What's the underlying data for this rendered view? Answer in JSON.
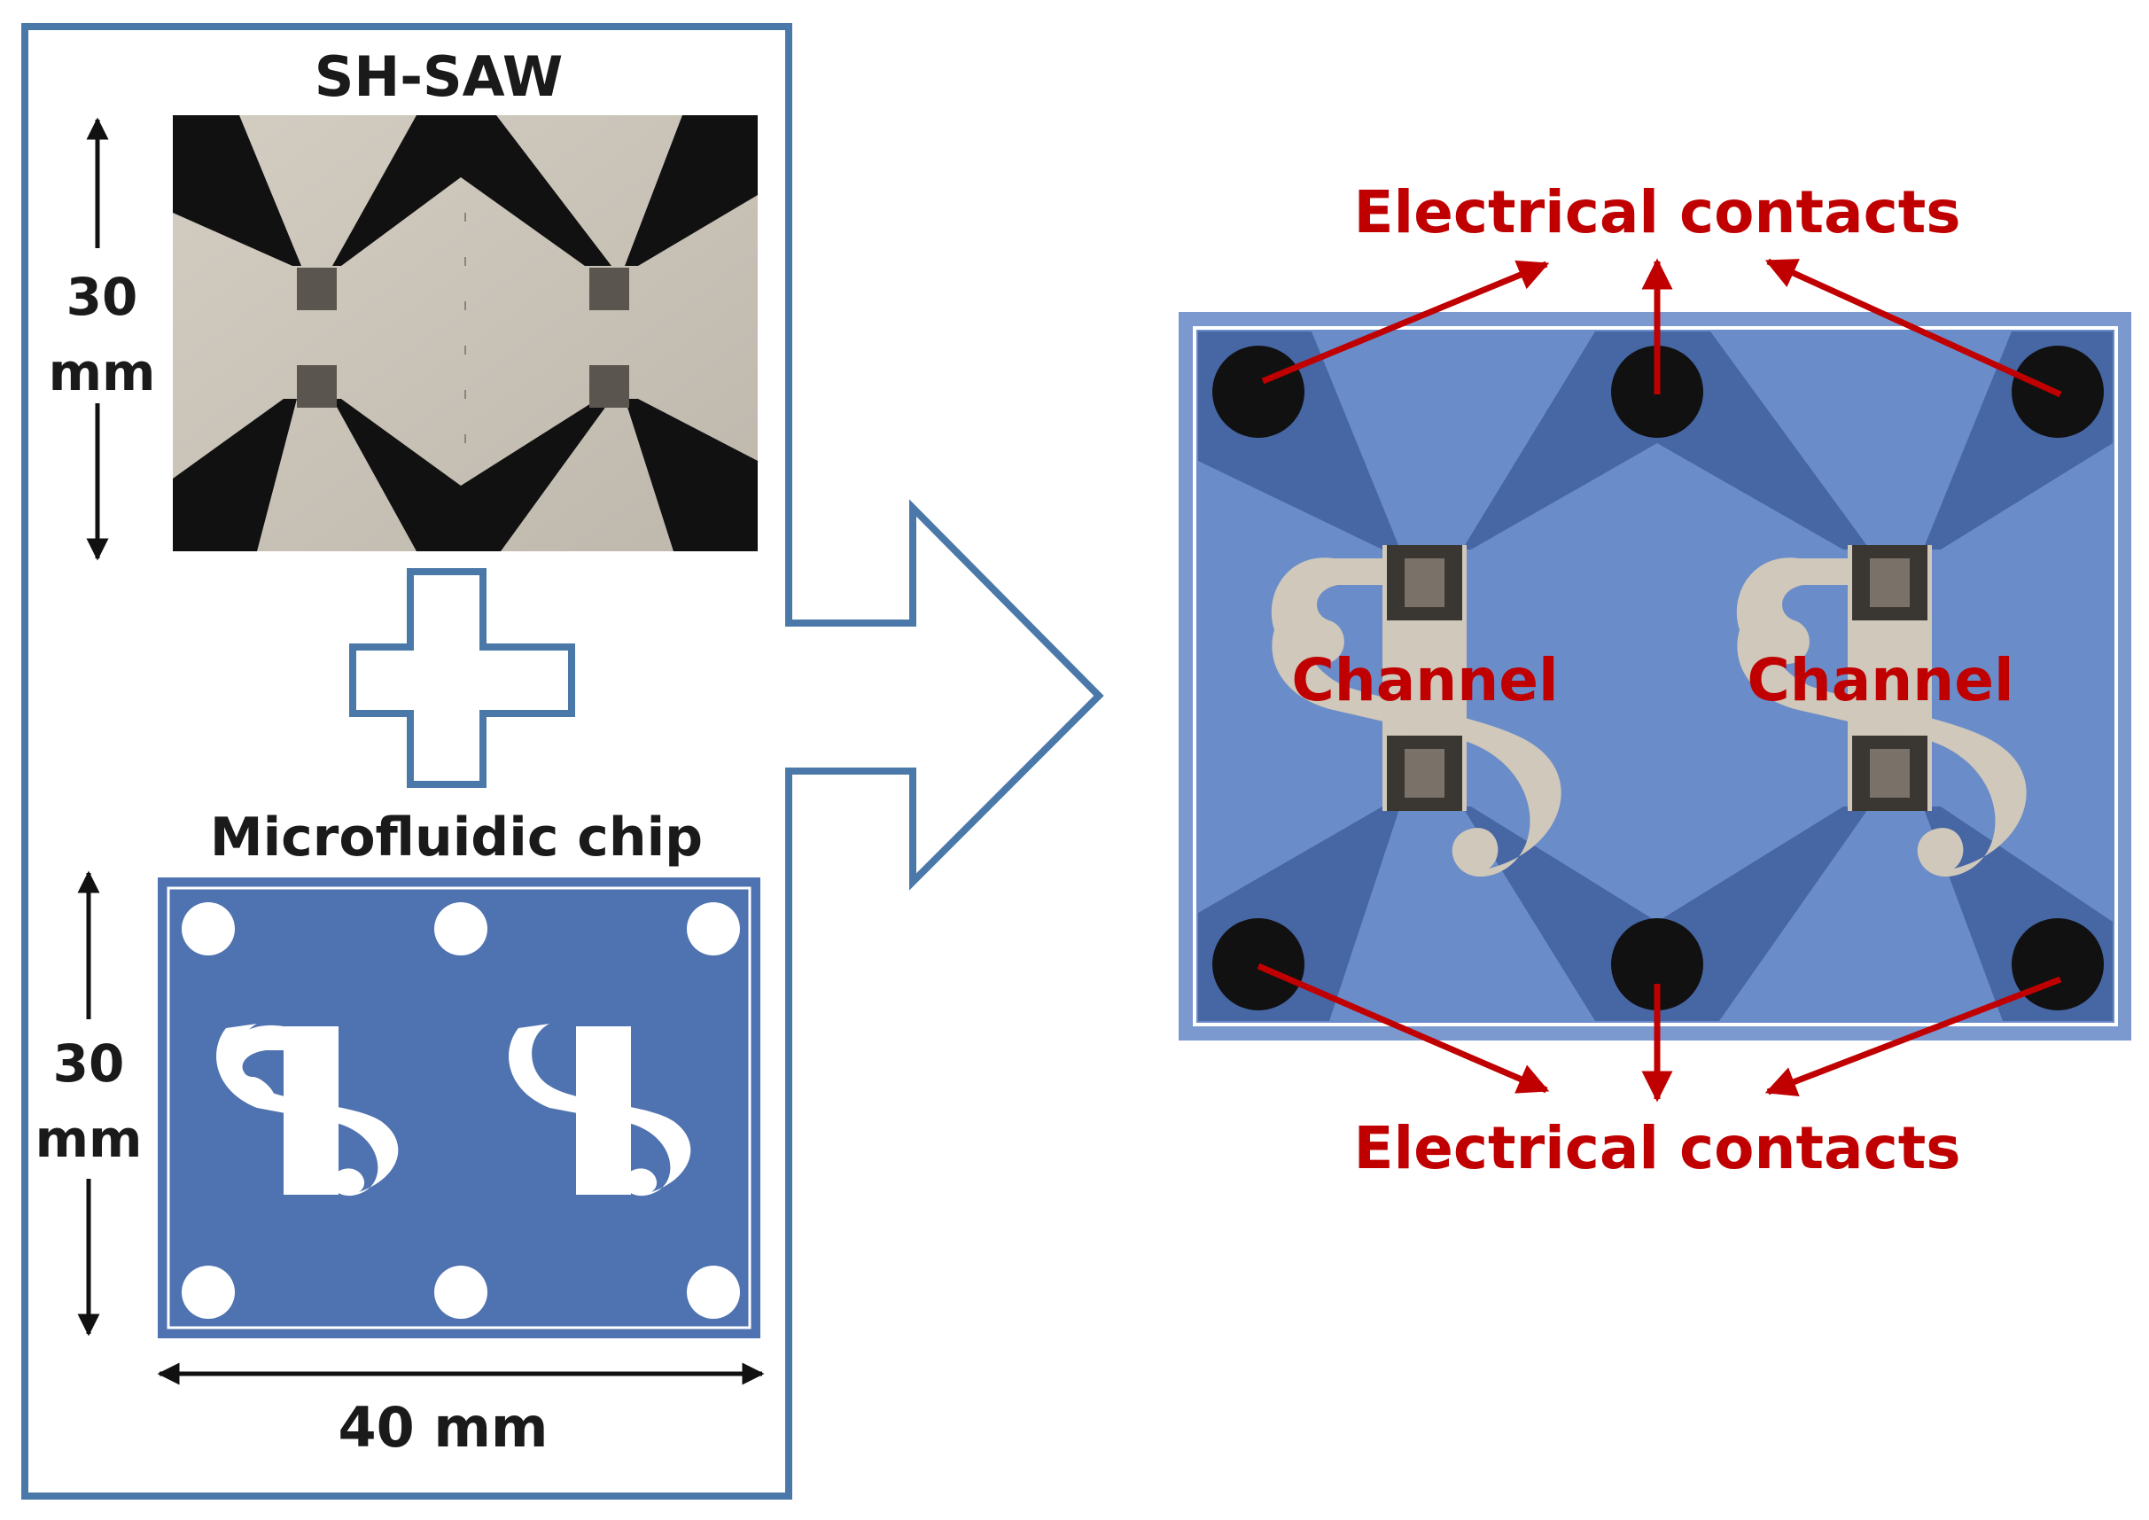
{
  "left_panel": {
    "saw_title": "SH-SAW",
    "saw_height_value": "30",
    "saw_height_unit": "mm",
    "chip_title": "Microfluidic chip",
    "chip_height_value": "30",
    "chip_height_unit": "mm",
    "chip_width": "40 mm"
  },
  "right_panel": {
    "top_label": "Electrical contacts",
    "bottom_label": "Electrical contacts",
    "channel_left": "Channel",
    "channel_right": "Channel"
  },
  "colors": {
    "panel_border": "#4a78a8",
    "chip_fill": "#4f72b0",
    "device_fill": "#6a8cc8",
    "electrode": "#111111",
    "substrate": "#c9c3b8",
    "annotation_red": "#c00000"
  }
}
